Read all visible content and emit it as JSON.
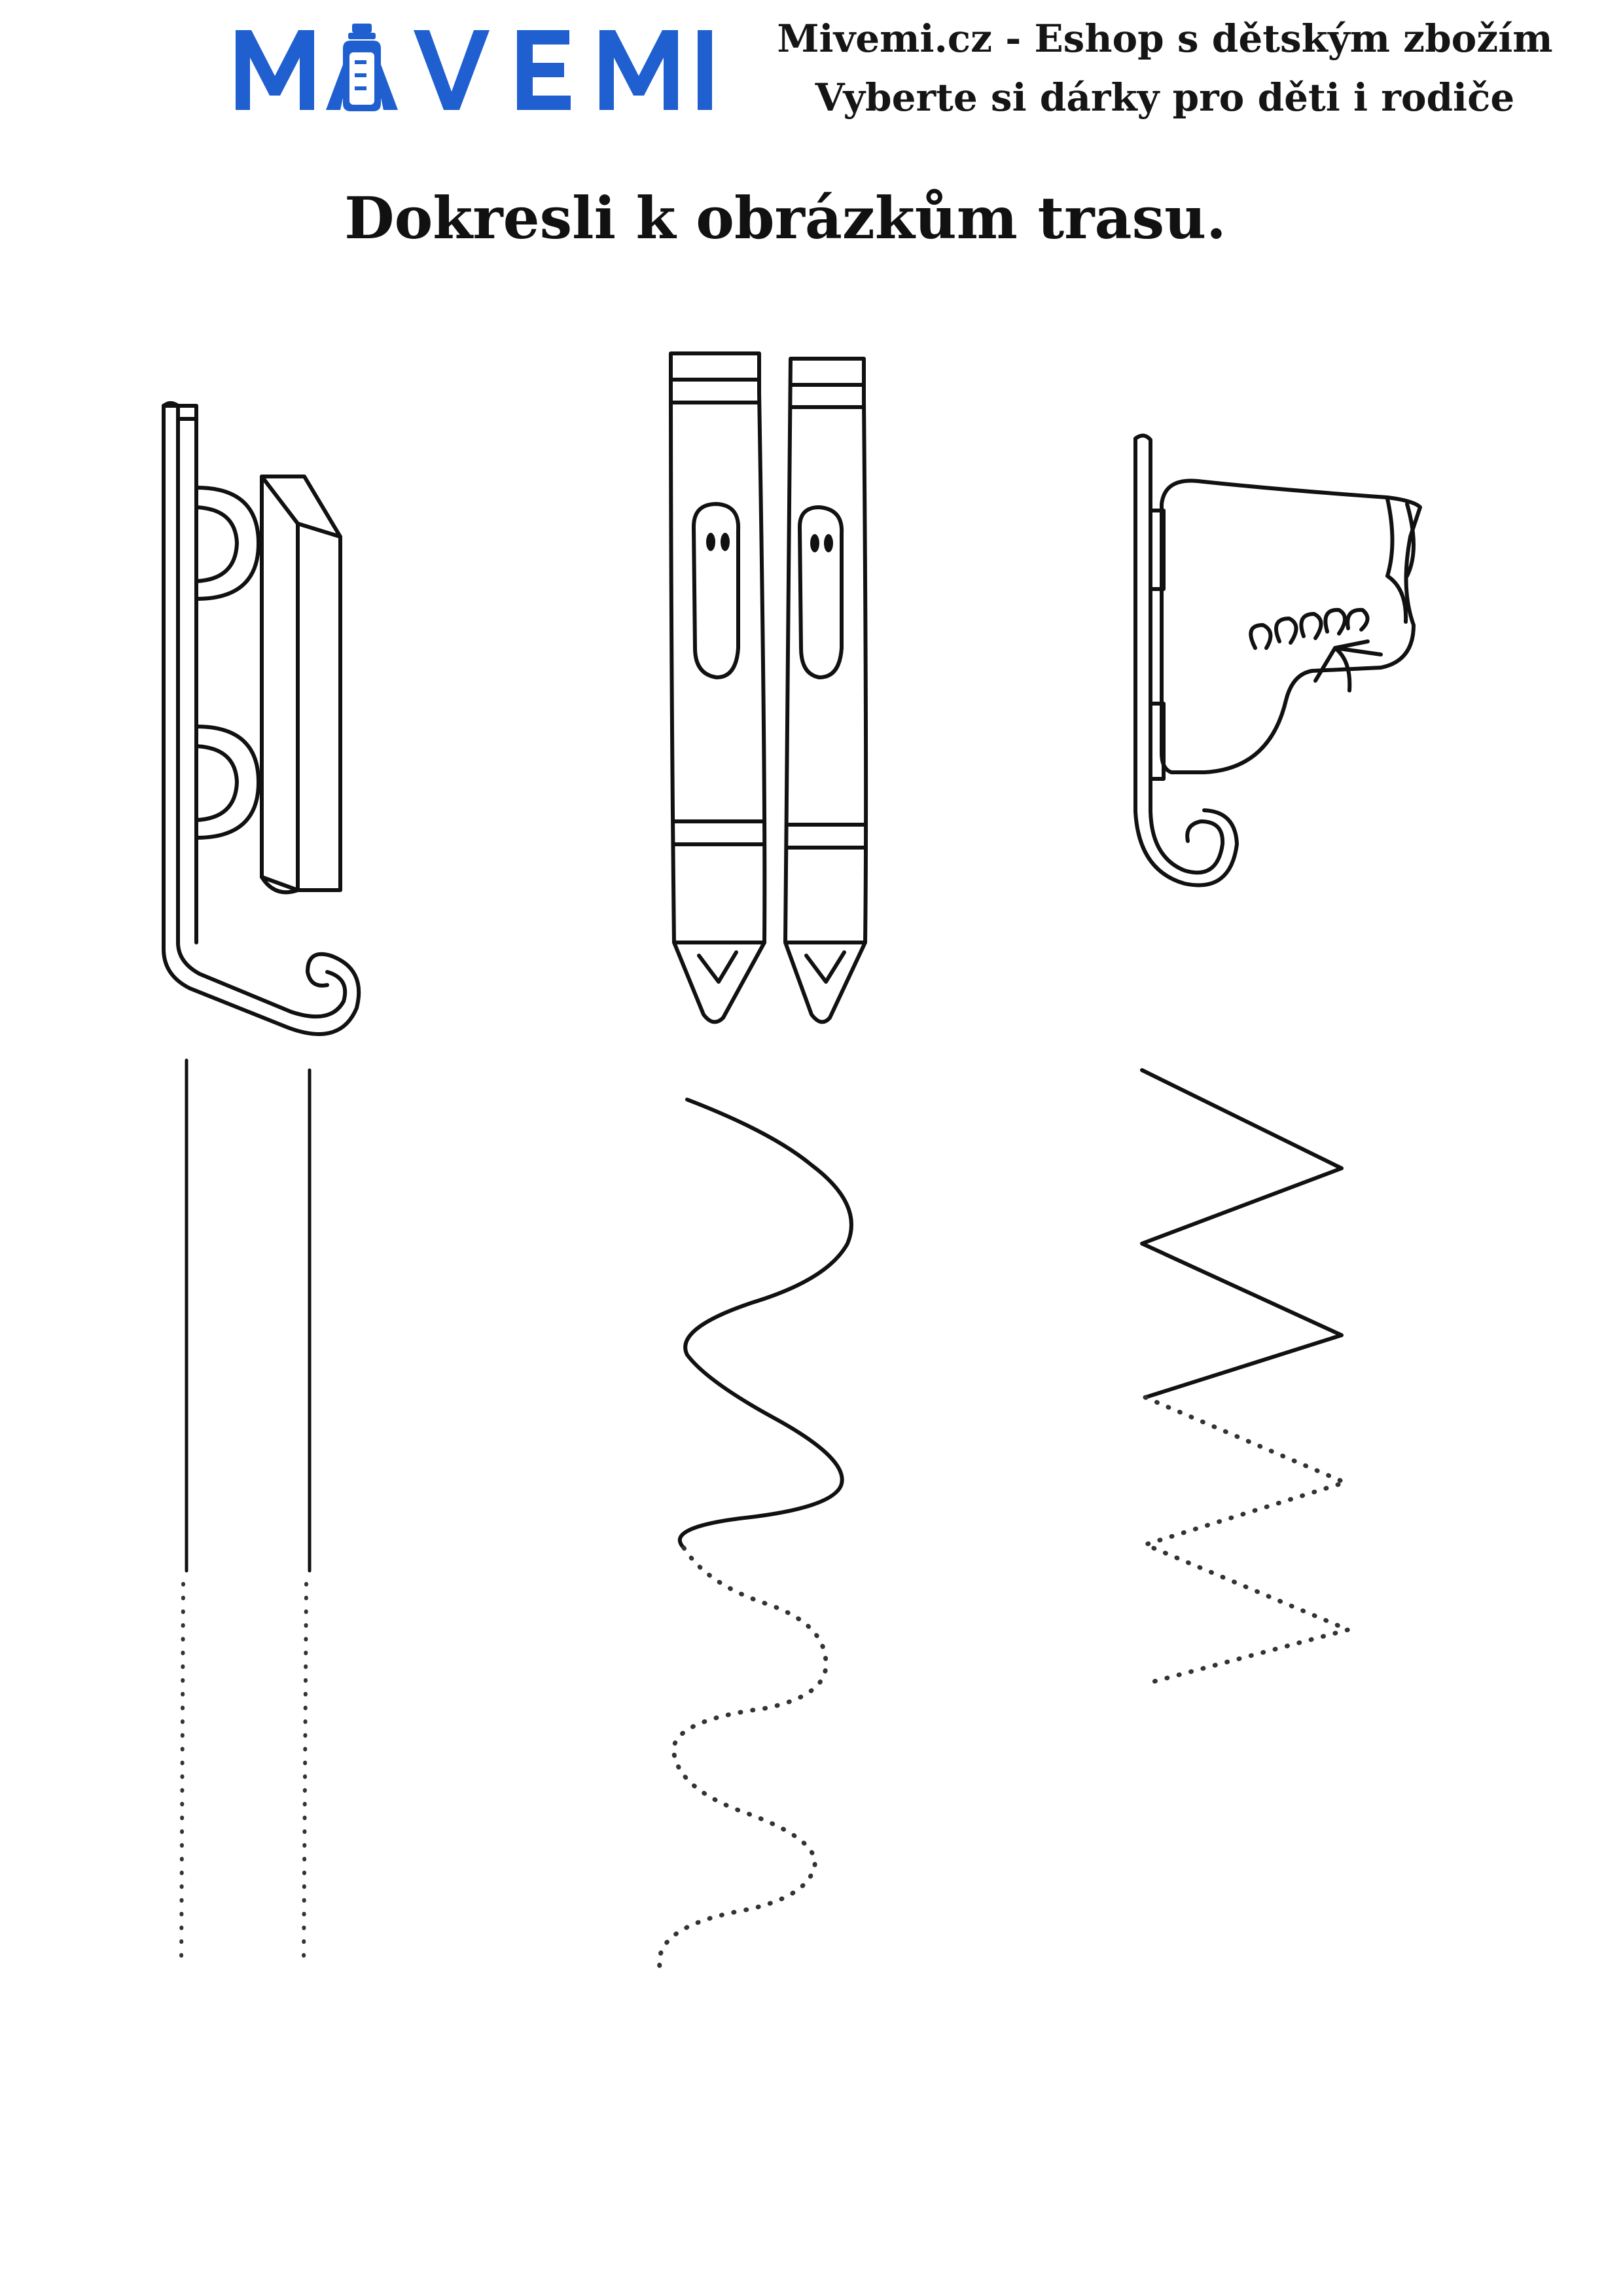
{
  "brand": {
    "logo_text": "MAVEMI",
    "color": "#1f5fcf"
  },
  "shop_info": {
    "line1": "Mivemi.cz - Eshop s dětským zbožím",
    "line2": "Vyberte si dárky pro děti i rodiče"
  },
  "task": {
    "title": "Dokresli k obrázkům trasu."
  },
  "illustrations": [
    {
      "name": "sled-icon",
      "trace_pattern": "straight-lines"
    },
    {
      "name": "skis-icon",
      "trace_pattern": "wavy-line"
    },
    {
      "name": "ice-skate-icon",
      "trace_pattern": "zigzag-line"
    }
  ],
  "colors": {
    "ink": "#111111",
    "trace": "#333333"
  }
}
